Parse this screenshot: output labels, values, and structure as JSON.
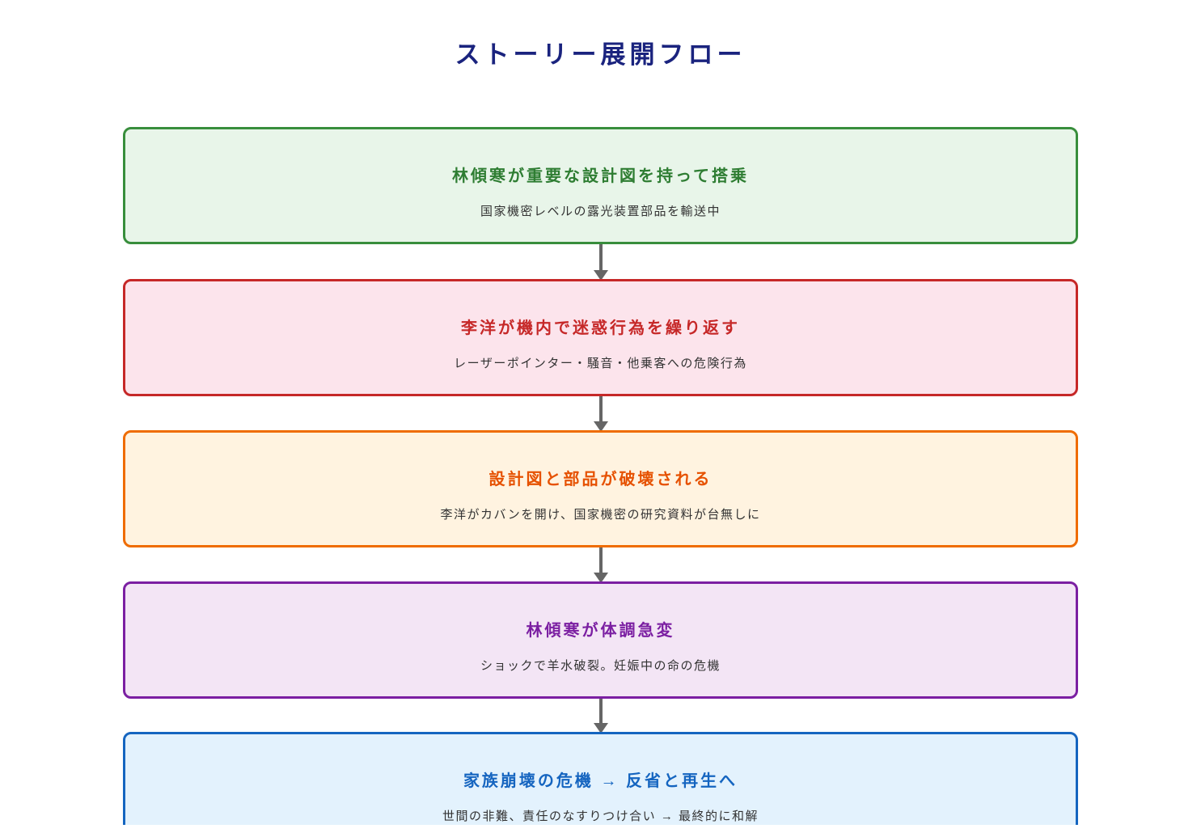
{
  "page": {
    "title": "ストーリー展開フロー",
    "title_color": "#1a237e",
    "background": "#ffffff"
  },
  "flow": {
    "type": "vertical-flowchart",
    "arrow_color": "#666666",
    "subtitle_color": "#333333",
    "steps": [
      {
        "title": "林傾寒が重要な設計図を持って搭乗",
        "subtitle": "国家機密レベルの露光装置部品を輸送中",
        "colors": {
          "fill": "#e8f5e9",
          "border": "#388e3c",
          "title": "#2e7d32"
        }
      },
      {
        "title": "李洋が機内で迷惑行為を繰り返す",
        "subtitle": "レーザーポインター・騒音・他乗客への危険行為",
        "colors": {
          "fill": "#fce4ec",
          "border": "#c62828",
          "title": "#c62828"
        }
      },
      {
        "title": "設計図と部品が破壊される",
        "subtitle": "李洋がカバンを開け、国家機密の研究資料が台無しに",
        "colors": {
          "fill": "#fff3e0",
          "border": "#ef6c00",
          "title": "#e65100"
        }
      },
      {
        "title": "林傾寒が体調急変",
        "subtitle": "ショックで羊水破裂。妊娠中の命の危機",
        "colors": {
          "fill": "#f3e5f5",
          "border": "#7b1fa2",
          "title": "#7b1fa2"
        }
      },
      {
        "title": "家族崩壊の危機 → 反省と再生へ",
        "subtitle": "世間の非難、責任のなすりつけ合い → 最終的に和解",
        "colors": {
          "fill": "#e3f2fd",
          "border": "#1565c0",
          "title": "#1565c0"
        }
      }
    ]
  }
}
